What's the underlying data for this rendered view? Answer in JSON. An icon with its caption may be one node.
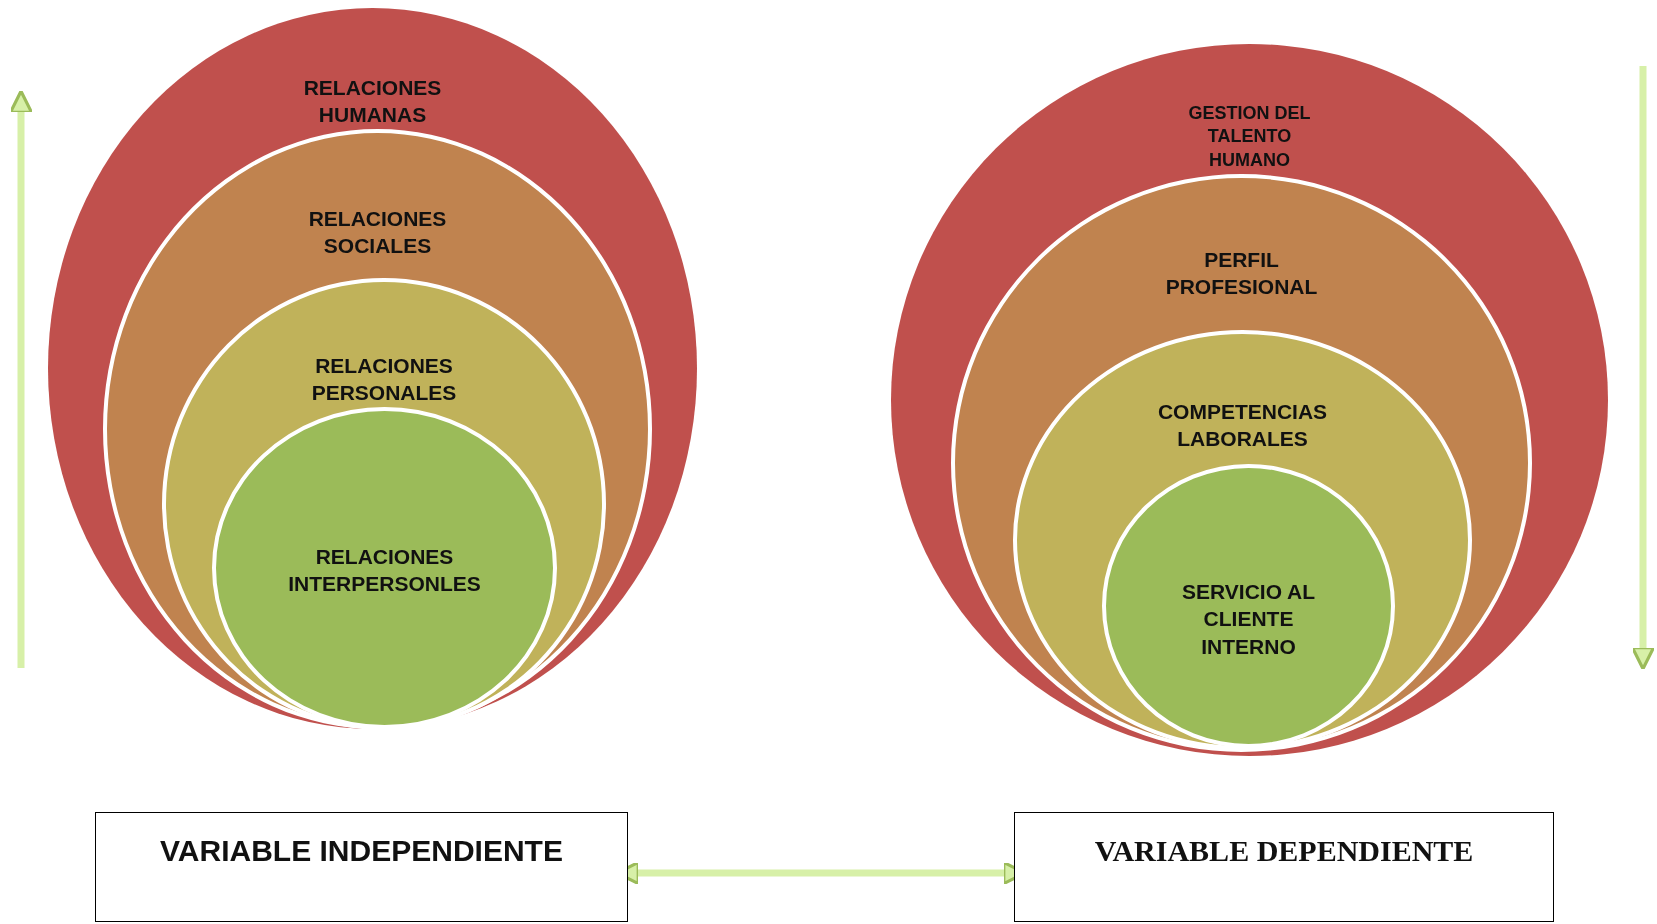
{
  "diagram": {
    "nodes": [
      {
        "text": [
          "RELACIONES HUMANAS"
        ]
      },
      {
        "text": [
          "RELACIONES SOCIALES"
        ],
        "in": 0
      },
      {
        "text": [
          "RELACIONES PERSONALES"
        ],
        "in": 1
      },
      {
        "text": [
          "RELACIONES INTERPERSONLES"
        ],
        "in": 2
      },
      {
        "text": [
          "GESTION DEL TALENTO HUMANO"
        ]
      },
      {
        "text": [
          "PERFIL PROFESIONAL"
        ],
        "in": 4
      },
      {
        "text": [
          "COMPETENCIAS LABORALES"
        ],
        "in": 5
      },
      {
        "text": [
          "SERVICIO AL CLIENTE INTERNO"
        ],
        "in": 6
      },
      {
        "text": [
          "VARIABLE INDEPENDIENTE"
        ]
      },
      {
        "text": [
          "VARIABLE DEPENDIENTE"
        ]
      }
    ],
    "edges": [
      {
        "from": 8,
        "to": 9,
        "arrow": "both"
      }
    ]
  }
}
